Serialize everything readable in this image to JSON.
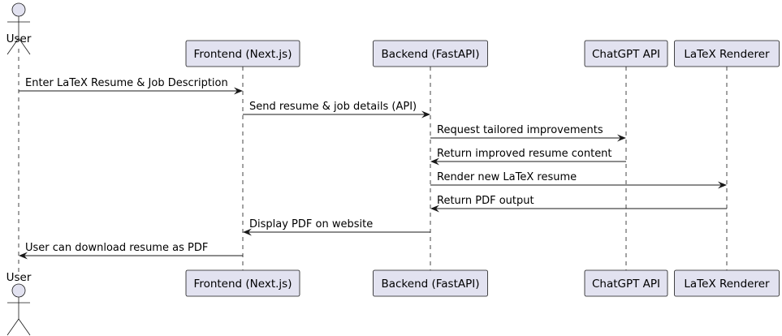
{
  "diagram": {
    "type": "sequence",
    "participants": [
      {
        "id": "user",
        "label": "User",
        "kind": "actor"
      },
      {
        "id": "frontend",
        "label": "Frontend (Next.js)",
        "kind": "participant"
      },
      {
        "id": "backend",
        "label": "Backend (FastAPI)",
        "kind": "participant"
      },
      {
        "id": "chatgpt",
        "label": "ChatGPT API",
        "kind": "participant"
      },
      {
        "id": "latex",
        "label": "LaTeX Renderer",
        "kind": "participant"
      }
    ],
    "messages": [
      {
        "from": "user",
        "to": "frontend",
        "label": "Enter LaTeX Resume & Job Description"
      },
      {
        "from": "frontend",
        "to": "backend",
        "label": "Send resume & job details (API)"
      },
      {
        "from": "backend",
        "to": "chatgpt",
        "label": "Request tailored improvements"
      },
      {
        "from": "chatgpt",
        "to": "backend",
        "label": "Return improved resume content"
      },
      {
        "from": "backend",
        "to": "latex",
        "label": "Render new LaTeX resume"
      },
      {
        "from": "latex",
        "to": "backend",
        "label": "Return PDF output"
      },
      {
        "from": "backend",
        "to": "frontend",
        "label": "Display PDF on website"
      },
      {
        "from": "frontend",
        "to": "user",
        "label": "User can download resume as PDF"
      }
    ],
    "colors": {
      "participant_fill": "#e2e2f0",
      "line": "#181818",
      "background": "#ffffff"
    }
  }
}
